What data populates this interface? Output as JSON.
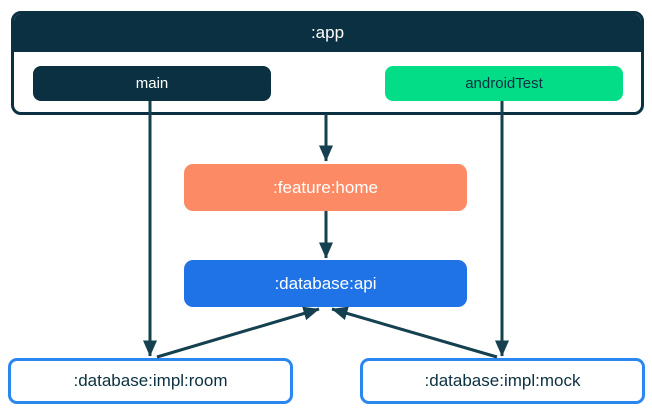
{
  "diagram": {
    "kind": "module-dependency-graph",
    "app": {
      "label": ":app",
      "children": [
        {
          "id": "main",
          "label": "main",
          "fill": "#0B3041",
          "text_color": "#FFFFFF"
        },
        {
          "id": "androidTest",
          "label": "androidTest",
          "fill": "#03DD87",
          "text_color": "#0B3041"
        }
      ]
    },
    "nodes": [
      {
        "id": "feature-home",
        "label": ":feature:home",
        "fill": "#FC8A64",
        "text_color": "#FFFFFF"
      },
      {
        "id": "database-api",
        "label": ":database:api",
        "fill": "#1F73E6",
        "text_color": "#FFFFFF"
      },
      {
        "id": "database-impl-room",
        "label": ":database:impl:room",
        "fill": "#FFFFFF",
        "border_color": "#2B87F0",
        "text_color": "#0B3041"
      },
      {
        "id": "database-impl-mock",
        "label": ":database:impl:mock",
        "fill": "#FFFFFF",
        "border_color": "#2B87F0",
        "text_color": "#0B3041"
      }
    ],
    "edges": [
      {
        "from": "main",
        "to": ":database:impl:room"
      },
      {
        "from": ":app",
        "to": ":feature:home"
      },
      {
        "from": "androidTest",
        "to": ":database:impl:mock"
      },
      {
        "from": ":feature:home",
        "to": ":database:api"
      },
      {
        "from": ":database:impl:room",
        "to": ":database:api"
      },
      {
        "from": ":database:impl:mock",
        "to": ":database:api"
      }
    ],
    "colors": {
      "navy": "#0B3041",
      "green": "#03DD87",
      "orange": "#FC8A64",
      "blue": "#1F73E6",
      "leaf_border_blue": "#2B87F0",
      "arrow": "#14404F",
      "background": "#FFFFFF"
    }
  }
}
